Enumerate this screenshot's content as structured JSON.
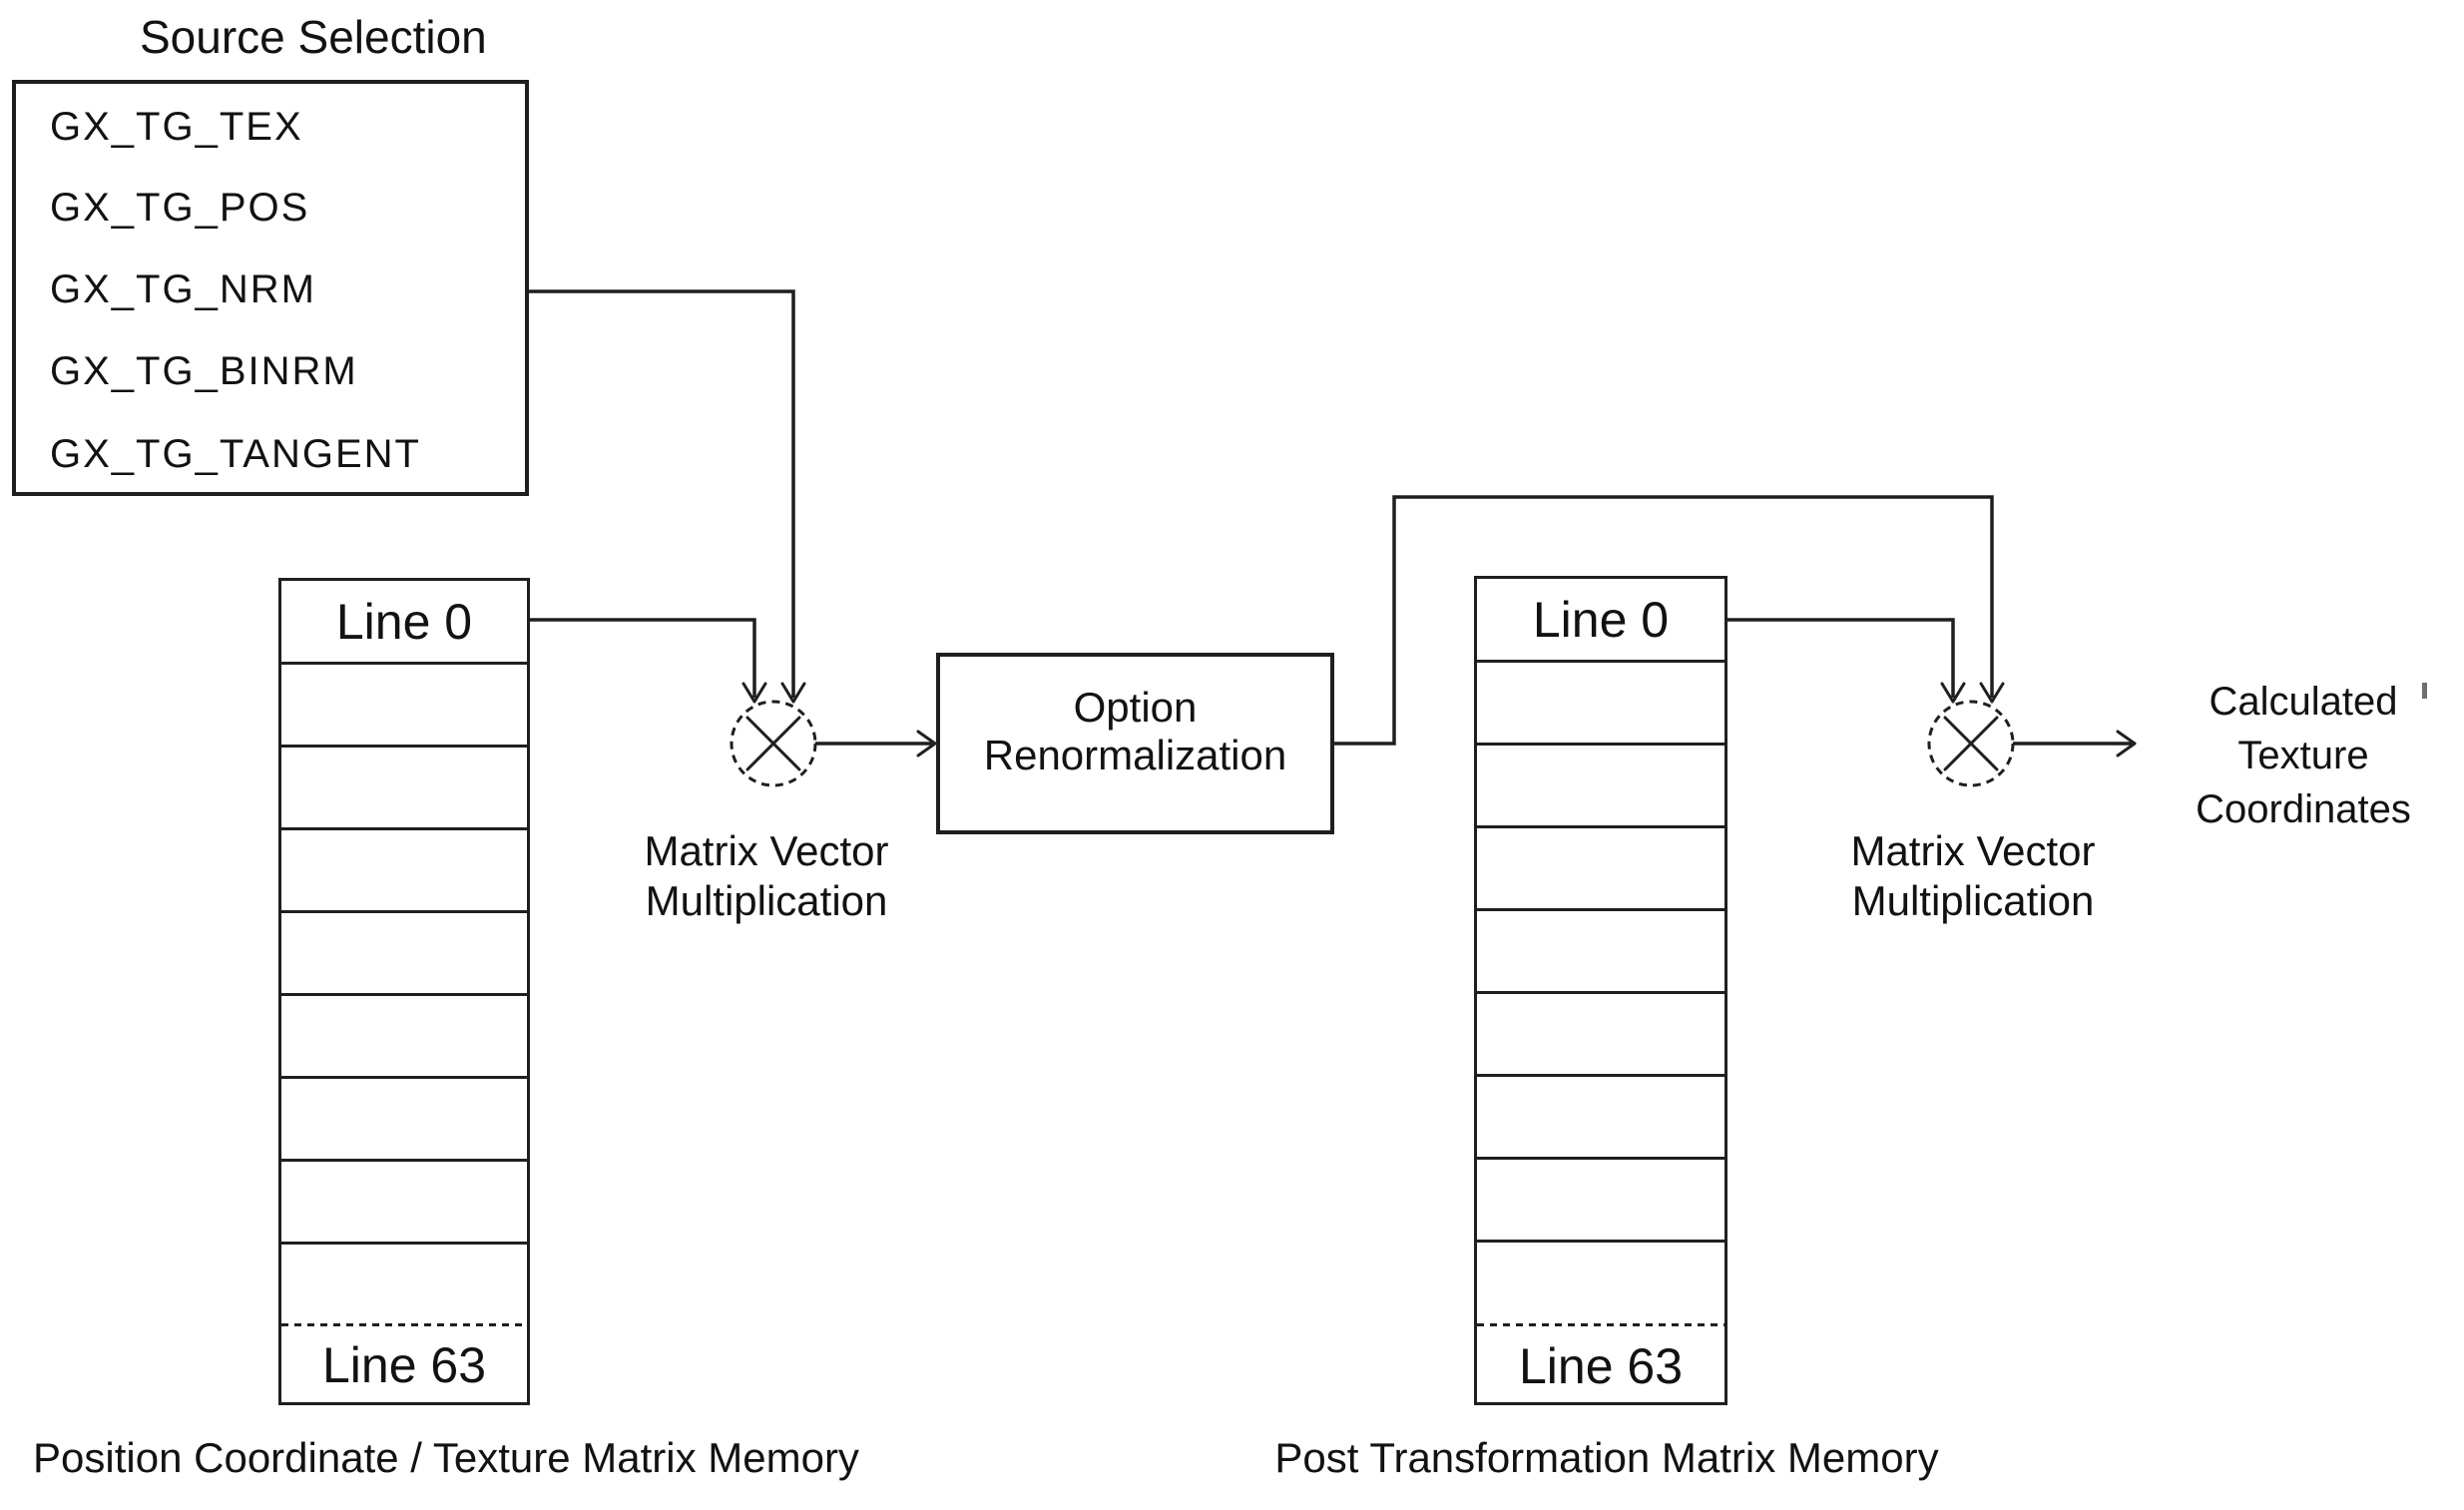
{
  "colors": {
    "ink": "#1f1f1f",
    "text": "#121212",
    "background": "#ffffff",
    "artifact": "#6e6e6e"
  },
  "title": "Source Selection",
  "source_box": {
    "items": [
      "GX_TG_TEX",
      "GX_TG_POS",
      "GX_TG_NRM",
      "GX_TG_BINRM",
      "GX_TG_TANGENT"
    ]
  },
  "left_memory": {
    "line0": "Line 0",
    "line63": "Line 63",
    "caption": "Position Coordinate / Texture Matrix Memory"
  },
  "right_memory": {
    "line0": "Line 0",
    "line63": "Line 63",
    "caption": "Post Transformation Matrix Memory"
  },
  "multiplier_left": {
    "line1": "Matrix Vector",
    "line2": "Multiplication"
  },
  "multiplier_right": {
    "line1": "Matrix Vector",
    "line2": "Multiplication"
  },
  "option_box": {
    "line1": "Option",
    "line2": "Renormalization"
  },
  "output_label": {
    "line1": "Calculated",
    "line2": "Texture",
    "line3": "Coordinates"
  }
}
